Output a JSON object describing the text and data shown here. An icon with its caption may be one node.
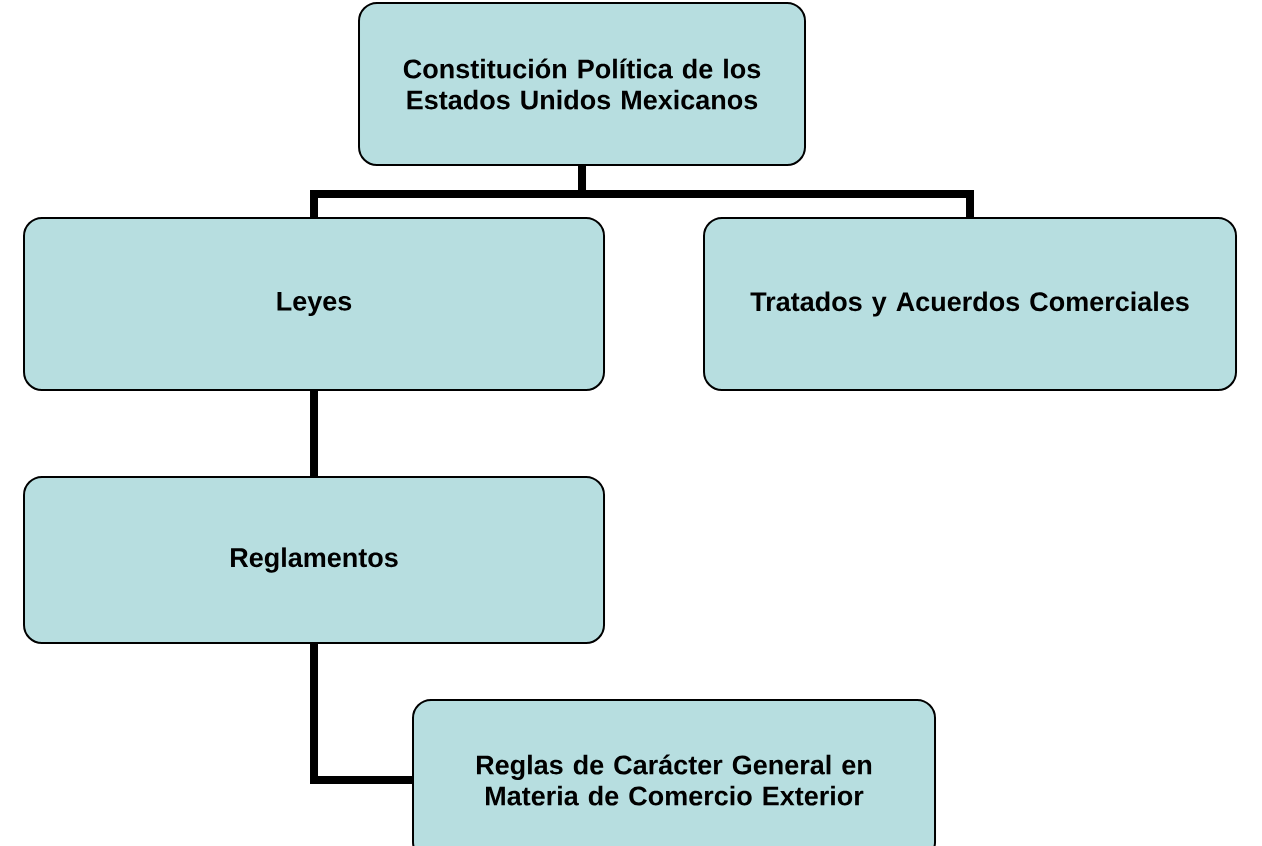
{
  "diagram": {
    "nodes": [
      {
        "text": [
          "Constitución Política de los Estados Unidos Mexicanos"
        ]
      },
      {
        "text": [
          "Leyes"
        ]
      },
      {
        "text": [
          "Tratados y Acuerdos Comerciales"
        ]
      },
      {
        "text": [
          "Reglamentos"
        ]
      },
      {
        "text": [
          "Reglas de Carácter General en Materia de Comercio Exterior"
        ]
      }
    ],
    "edges": [
      {
        "from": 0,
        "to": 1,
        "arrow": "none"
      },
      {
        "from": 0,
        "to": 2,
        "arrow": "none"
      },
      {
        "from": 1,
        "to": 3,
        "arrow": "none"
      },
      {
        "from": 3,
        "to": 4,
        "arrow": "none"
      }
    ]
  }
}
